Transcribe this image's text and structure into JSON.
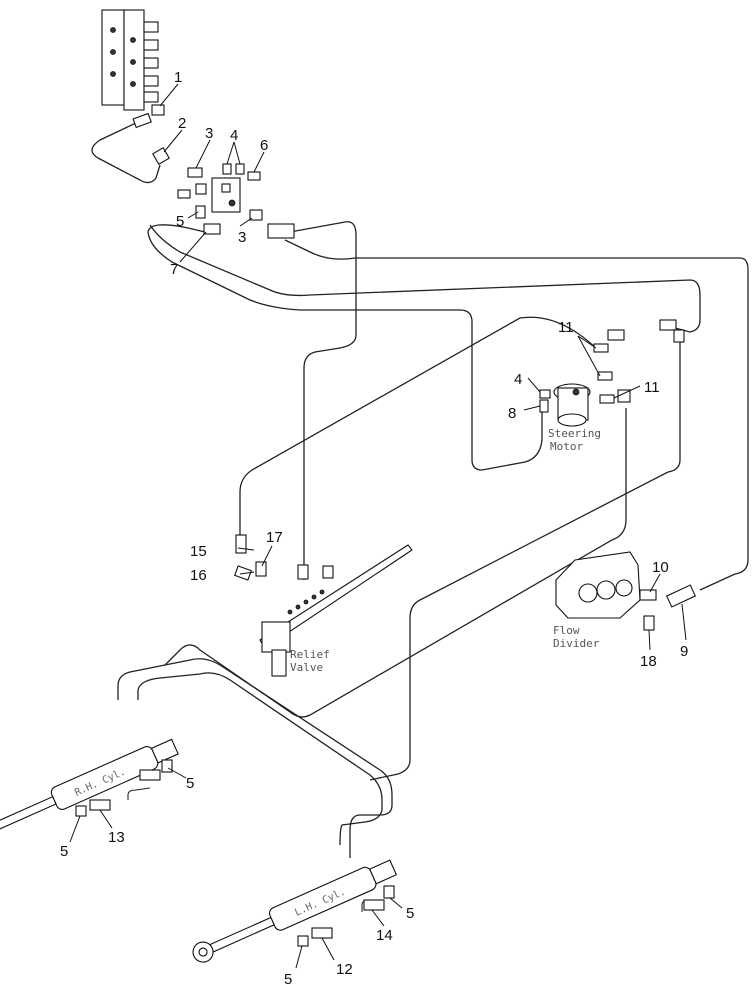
{
  "callouts": {
    "c1": "1",
    "c2": "2",
    "c3a": "3",
    "c3b": "3",
    "c4a": "4",
    "c4b": "4",
    "c5a": "5",
    "c5b": "5",
    "c5c": "5",
    "c5d": "5",
    "c5e": "5",
    "c6": "6",
    "c7": "7",
    "c8": "8",
    "c9": "9",
    "c10": "10",
    "c11a": "11",
    "c11b": "11",
    "c12": "12",
    "c13": "13",
    "c14": "14",
    "c15": "15",
    "c16": "16",
    "c17": "17",
    "c18": "18"
  },
  "labels": {
    "steering_1": "Steering",
    "steering_2": "Motor",
    "flow_1": "Flow",
    "flow_2": "Divider",
    "relief_1": "Relief",
    "relief_2": "Valve",
    "rh_cyl": "R.H. Cyl.",
    "lh_cyl": "L.H. Cyl."
  }
}
